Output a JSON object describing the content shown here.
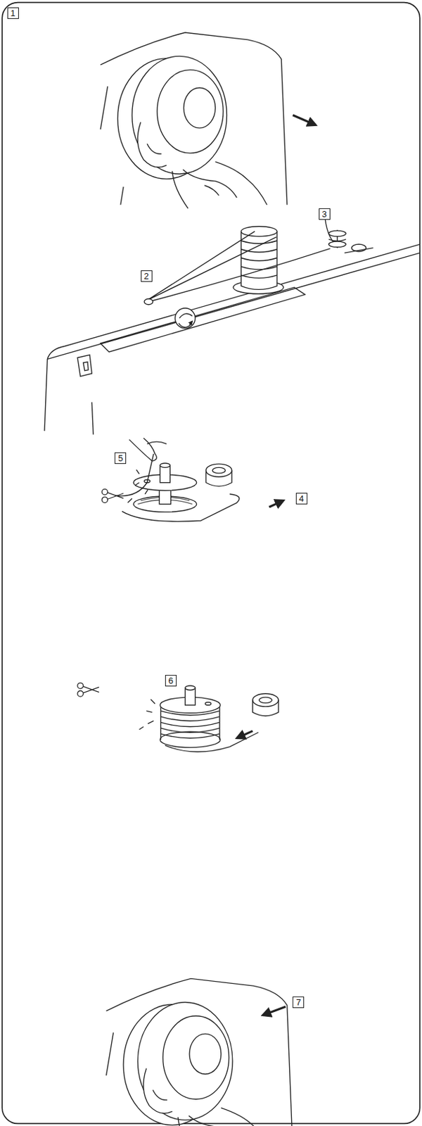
{
  "diagram": {
    "labels": [
      "1",
      "3",
      "2",
      "5",
      "4",
      "6",
      "7"
    ]
  }
}
